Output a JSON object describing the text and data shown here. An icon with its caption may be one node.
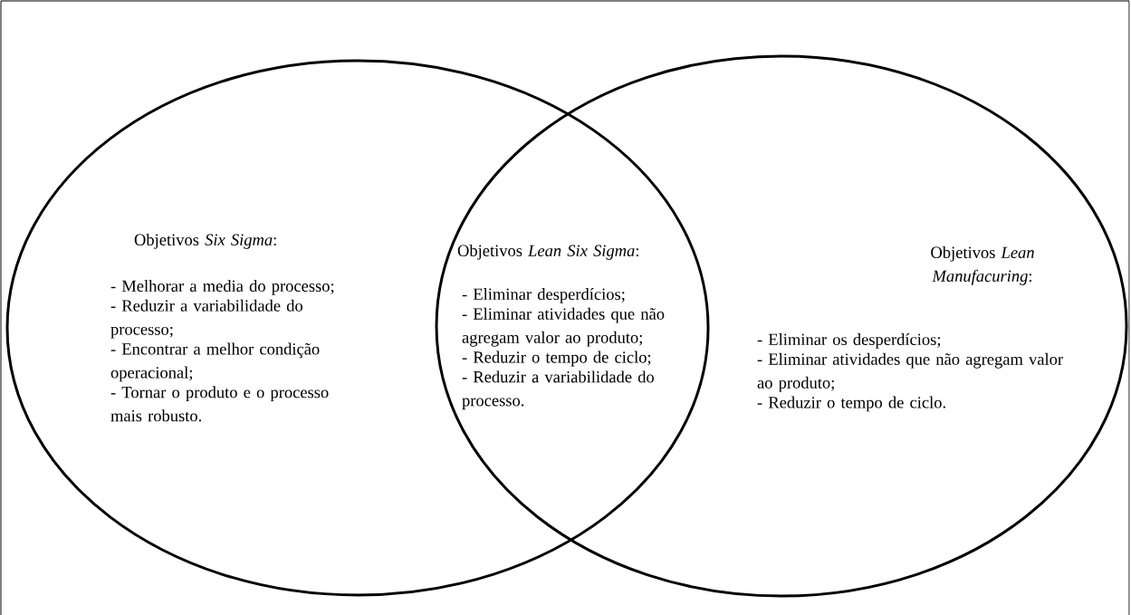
{
  "diagram": {
    "nodes": [
      {
        "text": [
          "Objetivos *Six Sigma*:",
          "- Melhorar a media do processo;",
          "- Reduzir a variabilidade do processo;",
          "- Encontrar a melhor condição operacional;",
          "- Tornar o produto e o processo mais robusto."
        ]
      },
      {
        "text": [
          "Objetivos *Lean Manufacuring*:",
          "- Eliminar os desperdícios;",
          "- Eliminar atividades que não agregam valor ao produto;",
          "- Reduzir o tempo de ciclo."
        ]
      }
    ],
    "labels": [
      "Objetivos *Lean Six Sigma*:",
      "- Eliminar desperdícios;",
      "- Eliminar atividades que não agregam valor ao produto;",
      "- Reduzir o tempo de ciclo;",
      "- Reduzir a variabilidade do processo."
    ]
  }
}
